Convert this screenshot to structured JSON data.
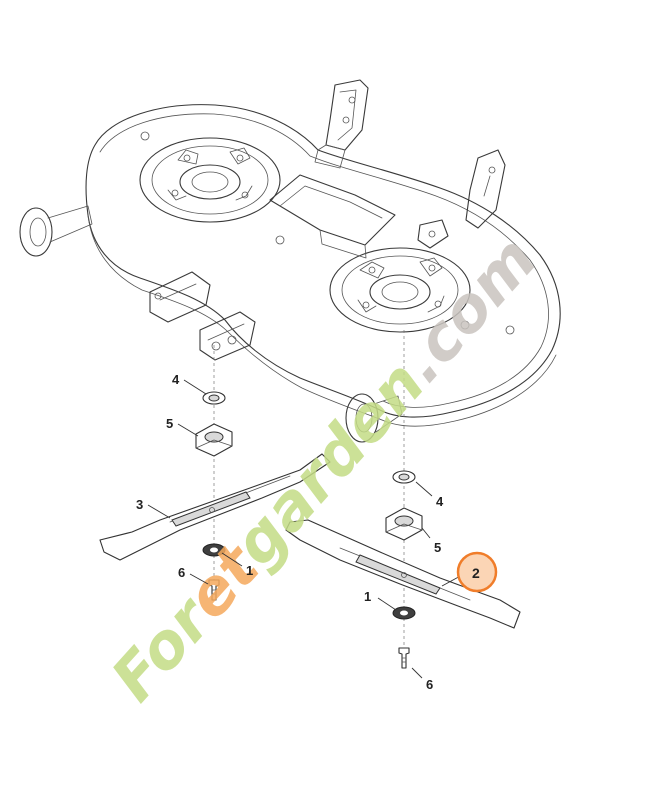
{
  "callouts": {
    "left_assembly": {
      "washer": "4",
      "blade_adapter": "5",
      "blade": "3",
      "bolt": "6",
      "spring_washer": "1"
    },
    "right_assembly": {
      "washer": "4",
      "blade_adapter": "5",
      "blade": "2",
      "spring_washer": "1",
      "bolt": "6"
    }
  },
  "highlight": {
    "item": "2",
    "ring_color": "#f07d2a",
    "fill_color": "#fbd5b5"
  },
  "watermark": {
    "text": "Foretgarden.com",
    "color_green": "#c4dc86",
    "color_orange": "#f5a95c",
    "color_grey": "#c9c4bf"
  }
}
